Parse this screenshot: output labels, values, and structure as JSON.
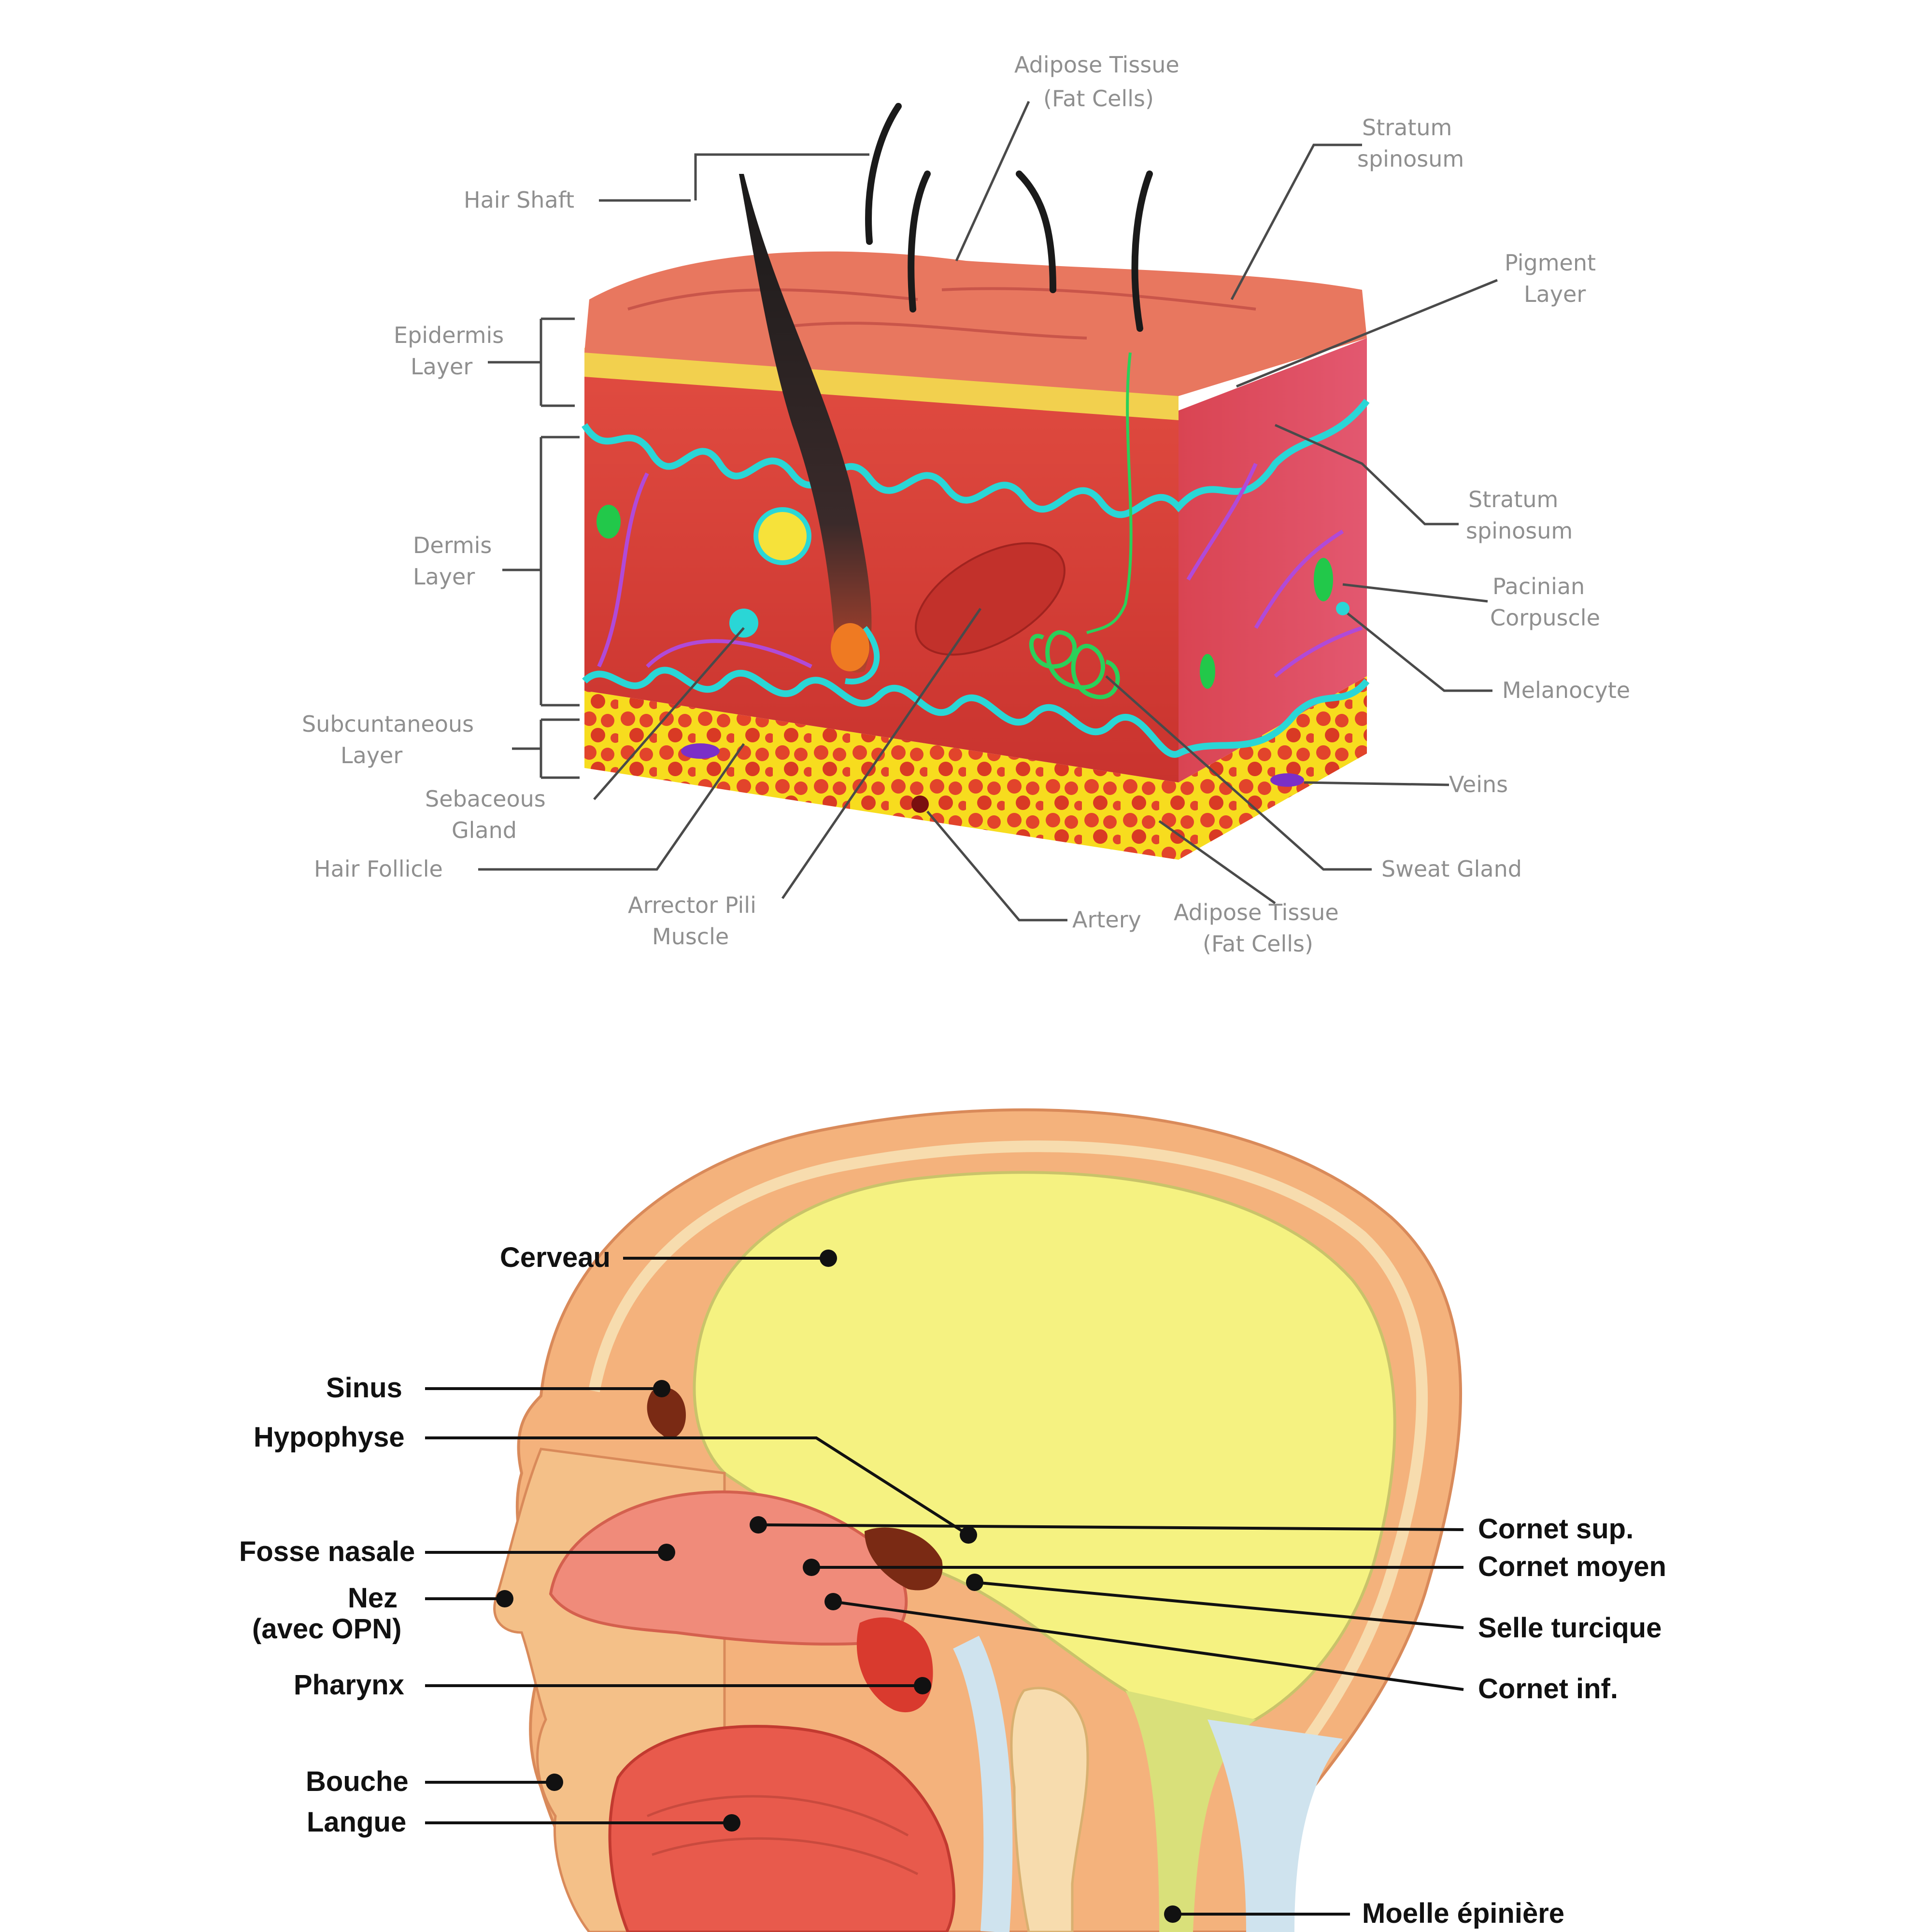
{
  "colors": {
    "skin_surface": "#e8775f",
    "dermis": "#d9473e",
    "basement_line": "#2ad6d6",
    "fat_yellow": "#f7dc1e",
    "fat_cells": "#e2442b",
    "brain_yellow": "#f5f281",
    "head_tissue": "#f4b27c",
    "label_grey": "#8f8f8f",
    "label_black": "#111111"
  },
  "skin_diagram": {
    "labels": {
      "hair_shaft": "Hair Shaft",
      "adipose_top_1": "Adipose Tissue",
      "adipose_top_2": "(Fat Cells)",
      "stratum_top_1": "Stratum",
      "stratum_top_2": "spinosum",
      "pigment_1": "Pigment",
      "pigment_2": "Layer",
      "epidermis_1": "Epidermis",
      "epidermis_2": "Layer",
      "dermis_1": "Dermis",
      "dermis_2": "Layer",
      "stratum_mid_1": "Stratum",
      "stratum_mid_2": "spinosum",
      "pacinian_1": "Pacinian",
      "pacinian_2": "Corpuscle",
      "melanocyte": "Melanocyte",
      "subcutaneous_1": "Subcuntaneous",
      "subcutaneous_2": "Layer",
      "sebaceous_1": "Sebaceous",
      "sebaceous_2": "Gland",
      "veins": "Veins",
      "hair_follicle": "Hair Follicle",
      "sweat_gland": "Sweat Gland",
      "arrector_1": "Arrector Pili",
      "arrector_2": "Muscle",
      "artery": "Artery",
      "adipose_bottom_1": "Adipose Tissue",
      "adipose_bottom_2": "(Fat Cells)"
    }
  },
  "head_diagram": {
    "labels": {
      "cerveau": "Cerveau",
      "sinus": "Sinus",
      "hypophyse": "Hypophyse",
      "fosse_nasale": "Fosse nasale",
      "nez_1": "Nez",
      "nez_2": "(avec OPN)",
      "pharynx": "Pharynx",
      "bouche": "Bouche",
      "langue": "Langue",
      "cornet_sup": "Cornet sup.",
      "cornet_moyen": "Cornet moyen",
      "selle_turcique": "Selle turcique",
      "cornet_inf": "Cornet inf.",
      "moelle": "Moelle épinière"
    }
  }
}
